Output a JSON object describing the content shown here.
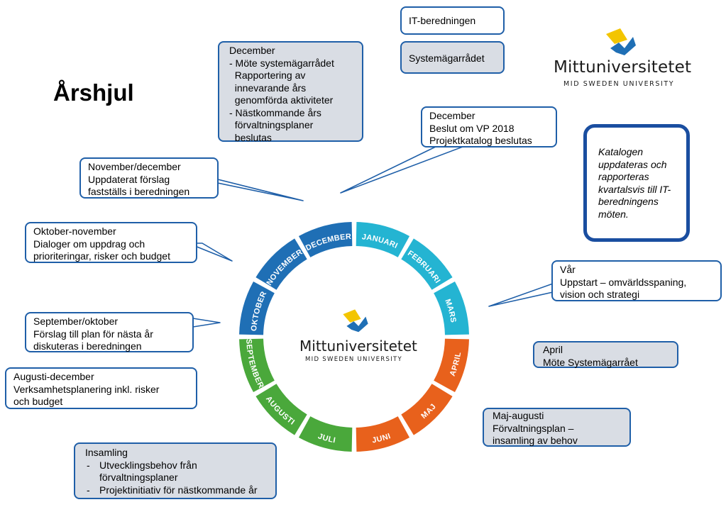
{
  "title": "Årshjul",
  "colors": {
    "blue": "#1f6fb5",
    "cyan": "#24b4d2",
    "orange": "#e8611c",
    "green": "#4aa83b",
    "box_border": "#1f5fa8",
    "box_grey": "#d9dde4",
    "catalog_border": "#1a4ea0"
  },
  "logo": {
    "name": "Mittuniversitetet",
    "subtitle": "MID SWEDEN UNIVERSITY"
  },
  "legend": {
    "it_beredningen": "IT-beredningen",
    "systemagarradet": "Systemägarrådet"
  },
  "wheel": {
    "months": [
      {
        "label": "JANUARI",
        "color": "#24b4d2"
      },
      {
        "label": "FEBRUARI",
        "color": "#24b4d2"
      },
      {
        "label": "MARS",
        "color": "#24b4d2"
      },
      {
        "label": "APRIL",
        "color": "#e8611c"
      },
      {
        "label": "MAJ",
        "color": "#e8611c"
      },
      {
        "label": "JUNI",
        "color": "#e8611c"
      },
      {
        "label": "JULI",
        "color": "#4aa83b"
      },
      {
        "label": "AUGUSTI",
        "color": "#4aa83b"
      },
      {
        "label": "SEPTEMBER",
        "color": "#4aa83b"
      },
      {
        "label": "OKTOBER",
        "color": "#1f6fb5"
      },
      {
        "label": "NOVEMBER",
        "color": "#1f6fb5"
      },
      {
        "label": "DECEMBER",
        "color": "#1f6fb5"
      }
    ]
  },
  "callouts": {
    "dec_system": {
      "lines": [
        "December",
        "- Möte systemägarrådet",
        "  Rapportering av",
        "  innevarande års",
        "  genomförda aktiviteter",
        "- Nästkommande års",
        "  förvaltningsplaner",
        "  beslutas"
      ]
    },
    "dec_vp": {
      "lines": [
        "December",
        "Beslut om VP 2018",
        "Projektkatalog beslutas"
      ]
    },
    "nov_dec": {
      "lines": [
        "November/december",
        "Uppdaterat förslag",
        "fastställs i beredningen"
      ]
    },
    "okt_nov": {
      "lines": [
        "Oktober-november",
        "Dialoger om uppdrag och",
        "prioriteringar, risker och budget"
      ]
    },
    "sep_okt": {
      "lines": [
        "September/oktober",
        "Förslag till plan för nästa år",
        "diskuteras i beredningen"
      ]
    },
    "aug_dec": {
      "lines": [
        "Augusti-december",
        "Verksamhetsplanering inkl. risker",
        "och budget"
      ]
    },
    "insamling": {
      "heading": "Insamling",
      "items": [
        "Utvecklingsbehov från förvaltningsplaner",
        "Projektinitiativ för nästkommande år"
      ]
    },
    "var": {
      "lines": [
        "Vår",
        "Uppstart – omvärldsspaning,",
        "vision och strategi"
      ]
    },
    "april": {
      "lines": [
        "April",
        "Möte Systemägarrået"
      ]
    },
    "maj_aug": {
      "lines": [
        "Maj-augusti",
        "Förvaltningsplan –",
        "insamling av behov"
      ]
    },
    "catalog": {
      "text": "Katalogen uppdateras och rapporteras kvartalsvis till IT-beredningens möten."
    }
  }
}
